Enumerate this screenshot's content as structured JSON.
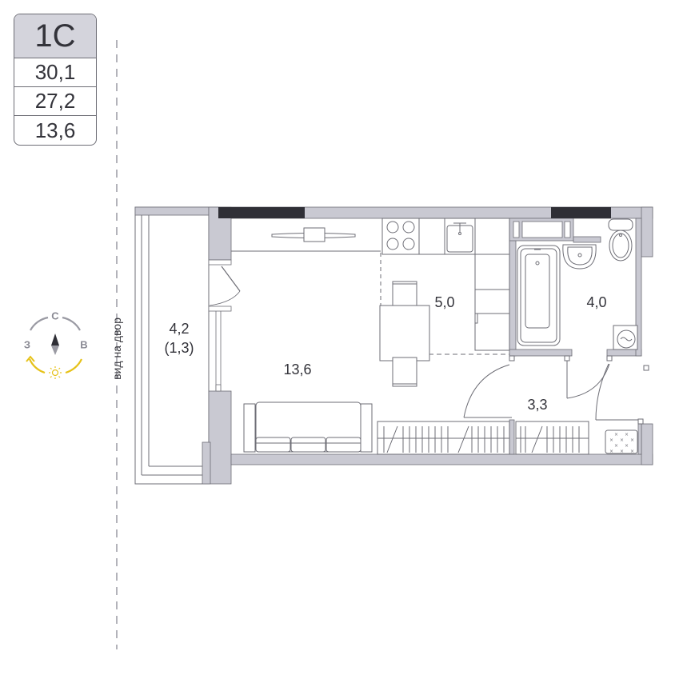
{
  "apartment": {
    "type": "1С",
    "total_area": "30,1",
    "living_area_incl": "27,2",
    "living_area": "13,6"
  },
  "view": {
    "label": "вид на двор"
  },
  "compass": {
    "north": "С",
    "west": "З",
    "east": "В",
    "needle_icon": "compass-needle",
    "sun_icon": "sun"
  },
  "rooms": {
    "balcony": {
      "area": "4,2",
      "reduced_area": "(1,3)"
    },
    "living_room": {
      "area": "13,6"
    },
    "kitchen": {
      "area": "5,0"
    },
    "bathroom": {
      "area": "4,0"
    },
    "hallway": {
      "area": "3,3"
    }
  },
  "colors": {
    "wall": "#c9c9d2",
    "window": "#2f2f36",
    "line": "#6e6e76",
    "sun": "#e6c21a",
    "compass_gray": "#9a9aa3"
  }
}
